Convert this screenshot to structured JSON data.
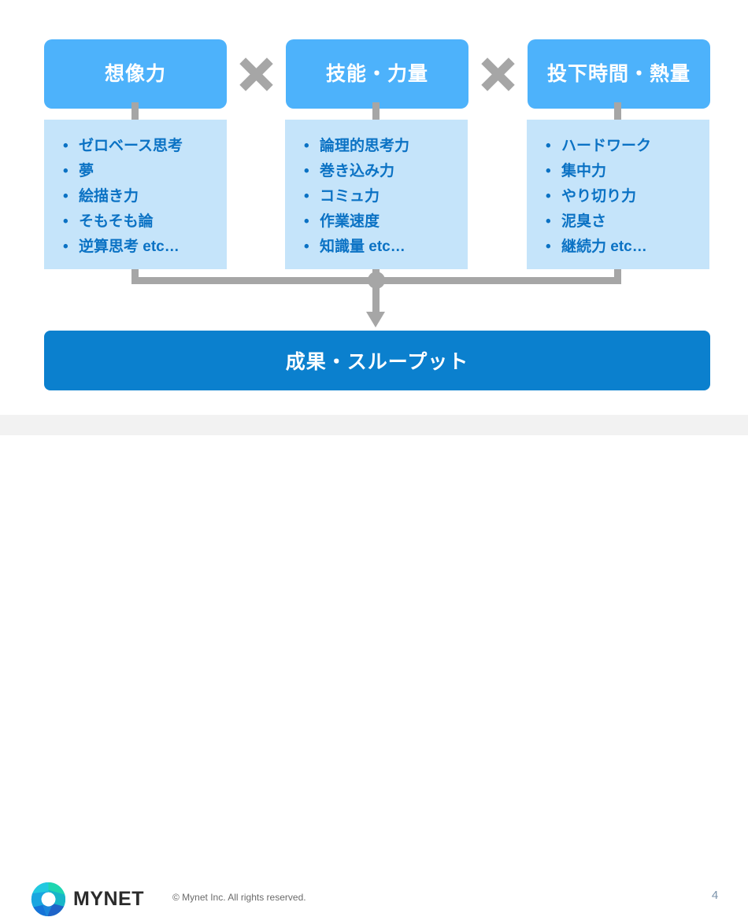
{
  "slide": {
    "page_number": "4",
    "background_color": "#ffffff"
  },
  "colors": {
    "header_blue": "#4db2fb",
    "panel_blue": "#c5e4fa",
    "bullet_text_blue": "#0b72c4",
    "outcome_blue": "#0b80ce",
    "connector_gray": "#a6a6a6"
  },
  "formula": {
    "operator": "×",
    "factors": [
      {
        "heading": "想像力",
        "bullets": [
          "ゼロベース思考",
          "夢",
          "絵描き力",
          "そもそも論",
          "逆算思考 etc…"
        ]
      },
      {
        "heading": "技能・力量",
        "bullets": [
          "論理的思考力",
          "巻き込み力",
          "コミュ力",
          "作業速度",
          "知識量 etc…"
        ]
      },
      {
        "heading": "投下時間・熱量",
        "bullets": [
          "ハードワーク",
          "集中力",
          "やり切り力",
          "泥臭さ",
          "継続力 etc…"
        ]
      }
    ]
  },
  "outcome": {
    "label": "成果・スループット"
  },
  "footer": {
    "logo_text": "MYNET",
    "copyright": "© Mynet Inc. All rights reserved."
  },
  "bullet_marker": "•"
}
